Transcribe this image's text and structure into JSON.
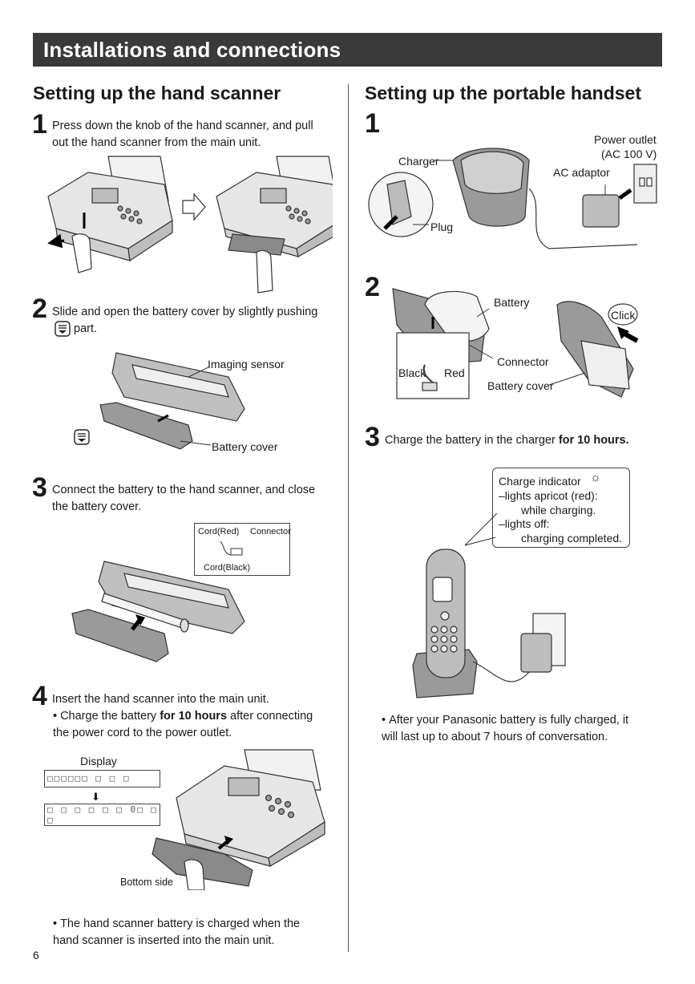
{
  "header": {
    "title": "Installations and connections"
  },
  "left": {
    "title": "Setting up the hand scanner",
    "step1": {
      "num": "1",
      "text": "Press down the knob of the hand scanner, and pull out the hand scanner from the main unit."
    },
    "step2": {
      "num": "2",
      "text_a": "Slide and open the battery cover by slightly pushing",
      "text_b": "part.",
      "labels": {
        "imaging_sensor": "Imaging sensor",
        "battery_cover": "Battery cover"
      }
    },
    "step3": {
      "num": "3",
      "text": "Connect the battery to the hand scanner, and close the battery cover.",
      "labels": {
        "cord_red": "Cord(Red)",
        "connector": "Connector",
        "cord_black": "Cord(Black)"
      }
    },
    "step4": {
      "num": "4",
      "text": "Insert the hand scanner into the main unit.",
      "bullet_a": "Charge the battery ",
      "bullet_bold": "for 10 hours",
      "bullet_b": " after connecting the power cord to the power outlet.",
      "labels": {
        "display": "Display",
        "bottom_side": "Bottom side"
      },
      "display_line1": "□□□□□□ □ □ □",
      "display_line2a": "□ □ □ □ □ □  0□ □",
      "display_line2b": "□"
    },
    "note": "The hand scanner battery is charged when the hand scanner is inserted into the main unit."
  },
  "right": {
    "title": "Setting up the portable handset",
    "step1": {
      "num": "1",
      "labels": {
        "charger": "Charger",
        "plug": "Plug",
        "ac_adaptor": "AC adaptor",
        "power_outlet_1": "Power outlet",
        "power_outlet_2": "(AC 100 V)"
      }
    },
    "step2": {
      "num": "2",
      "labels": {
        "battery": "Battery",
        "connector": "Connector",
        "black": "Black",
        "red": "Red",
        "battery_cover": "Battery cover",
        "click": "Click"
      }
    },
    "step3": {
      "num": "3",
      "text": "Charge the battery in the charger ",
      "text_bold": "for 10 hours.",
      "indicator": {
        "l1": "Charge indicator",
        "l2": "–lights apricot (red):",
        "l3": "while charging.",
        "l4": "–lights off:",
        "l5": "charging completed."
      }
    },
    "note": "After your Panasonic battery is fully charged, it will last up to about 7 hours of conversation."
  },
  "footer": {
    "page_number": "6"
  }
}
